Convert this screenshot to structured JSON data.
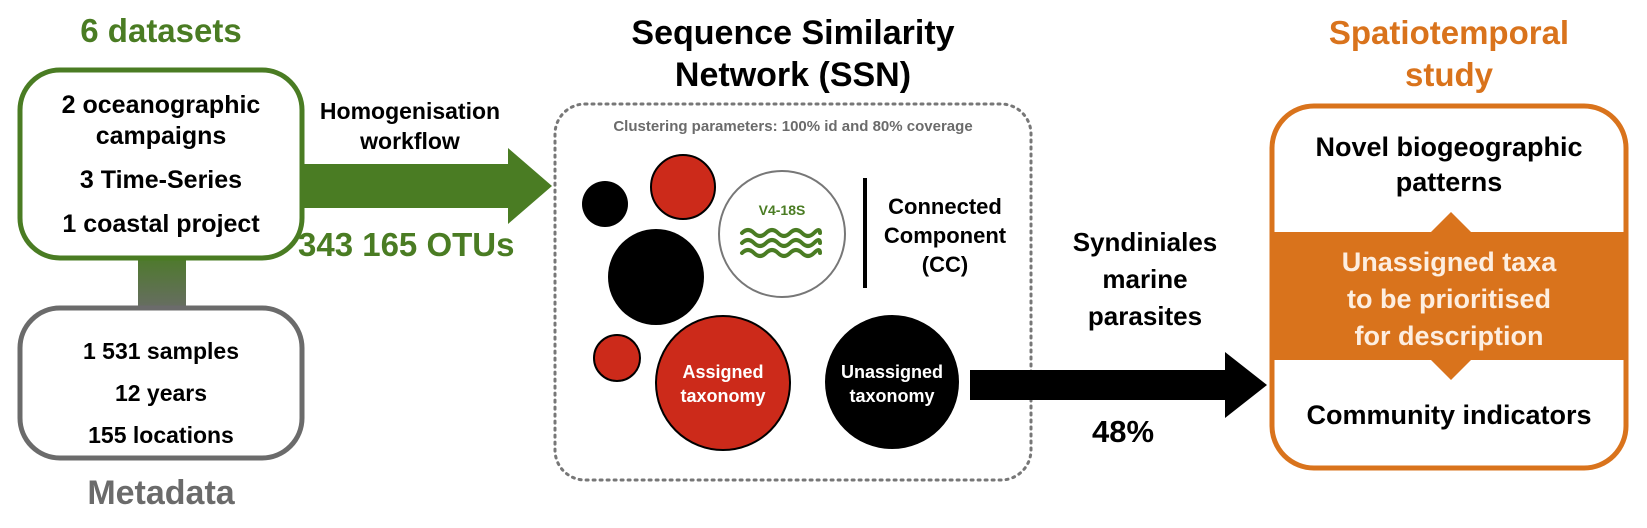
{
  "datasets": {
    "title": "6 datasets",
    "items": [
      "2 oceanographic",
      "campaigns",
      "3 Time-Series",
      "1 coastal project"
    ]
  },
  "metadata": {
    "title": "Metadata",
    "items": [
      "1 531 samples",
      "12 years",
      "155 locations"
    ]
  },
  "homogenisation": {
    "label_line1": "Homogenisation",
    "label_line2": "workflow",
    "otus": "343 165 OTUs"
  },
  "ssn": {
    "title_line1": "Sequence Similarity",
    "title_line2": "Network (SSN)",
    "params": "Clustering parameters: 100% id and 80% coverage",
    "marker": "V4-18S",
    "cc_line1": "Connected",
    "cc_line2": "Component",
    "cc_line3": "(CC)",
    "assigned_line1": "Assigned",
    "assigned_line2": "taxonomy",
    "unassigned_line1": "Unassigned",
    "unassigned_line2": "taxonomy"
  },
  "syndiniales": {
    "line1": "Syndiniales",
    "line2": "marine",
    "line3": "parasites",
    "percent": "48%"
  },
  "spatiotemporal": {
    "title_line1": "Spatiotemporal",
    "title_line2": "study",
    "top_line1": "Novel biogeographic",
    "top_line2": "patterns",
    "mid_line1": "Unassigned taxa",
    "mid_line2": "to be prioritised",
    "mid_line3": "for description",
    "bottom": "Community indicators"
  },
  "colors": {
    "green": "#4a7c23",
    "orange": "#d9731c",
    "red": "#cc2a1a",
    "black": "#000000",
    "grey": "#6b6b6b"
  }
}
